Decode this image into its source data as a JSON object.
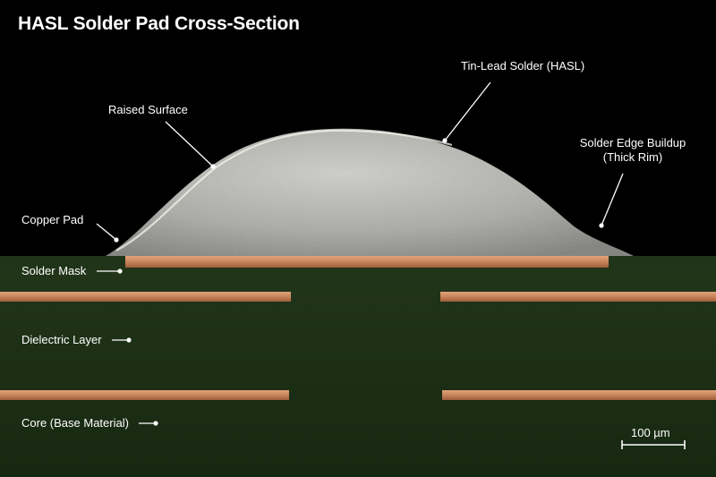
{
  "title": "HASL Solder Pad Cross-Section",
  "labels": {
    "tin_lead_solder": "Tin-Lead Solder (HASL)",
    "raised_surface": "Raised Surface",
    "solder_edge_line1": "Solder Edge Buildup",
    "solder_edge_line2": "(Thick Rim)",
    "copper_pad": "Copper Pad",
    "solder_mask": "Solder Mask",
    "dielectric_layer": "Dielectric Layer",
    "core": "Core (Base Material)"
  },
  "scale_bar": {
    "label": "100 µm"
  },
  "colors": {
    "background": "#000000",
    "laminate": "#1d2f16",
    "copper": "#c8845a",
    "solder": "#b9b9b4",
    "text": "#ffffff"
  }
}
